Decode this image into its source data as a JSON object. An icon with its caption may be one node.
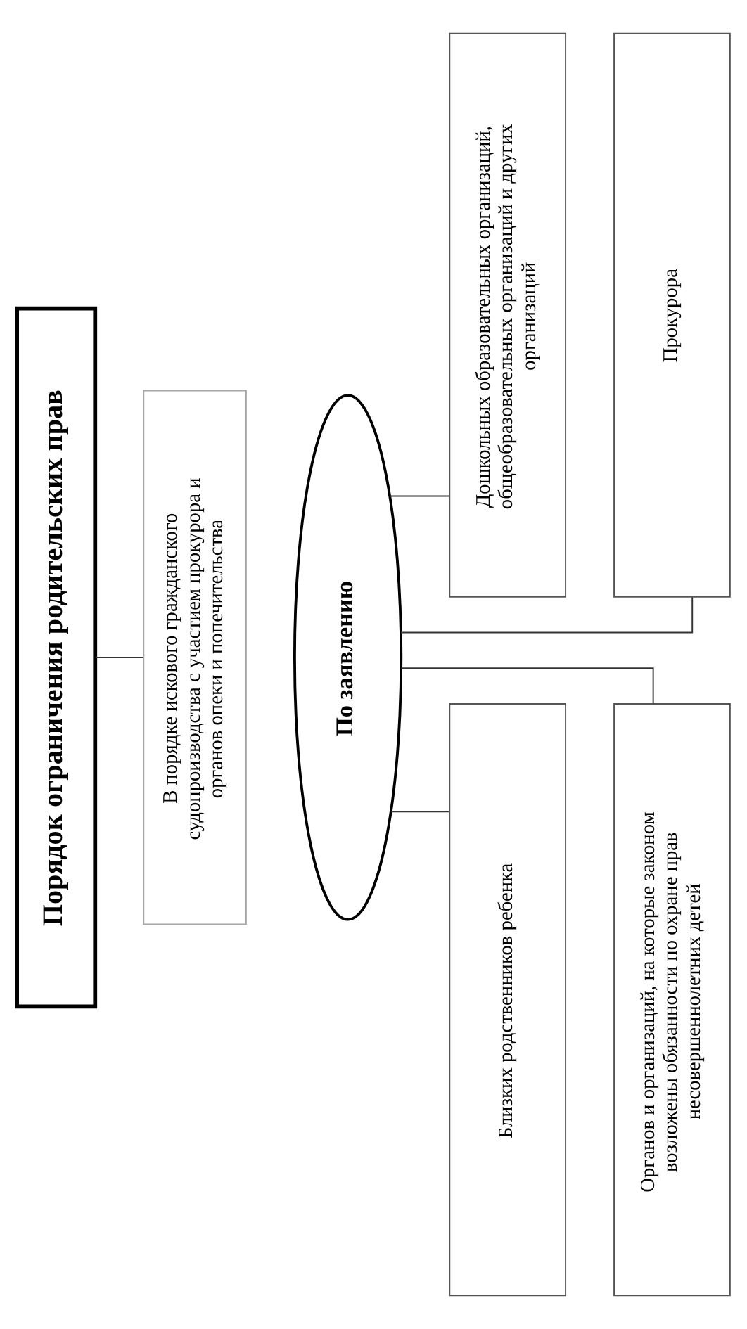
{
  "diagram": {
    "nodes": [
      {
        "text": [
          "Порядок ограничения родительских прав"
        ]
      },
      {
        "text": [
          "В порядке искового гражданского судопроизводства с участием прокурора и органов опеки и попечительства"
        ]
      },
      {
        "text": [
          "По заявлению"
        ]
      },
      {
        "text": [
          "Близких родственников ребенка"
        ]
      },
      {
        "text": [
          "Дошкольных образовательных организаций, общеобразовательных организаций и других организаций"
        ]
      },
      {
        "text": [
          "Органов и организаций, на которые законом возложены обязанности по охране прав несовершеннолетних детей"
        ]
      },
      {
        "text": [
          "Прокурора"
        ]
      }
    ],
    "edges": [
      {
        "from": 0,
        "to": 1,
        "arrow": "none"
      },
      {
        "from": 2,
        "to": 3,
        "arrow": "none"
      },
      {
        "from": 2,
        "to": 4,
        "arrow": "none"
      },
      {
        "from": 2,
        "to": 5,
        "arrow": "none"
      },
      {
        "from": 2,
        "to": 6,
        "arrow": "none"
      }
    ]
  }
}
